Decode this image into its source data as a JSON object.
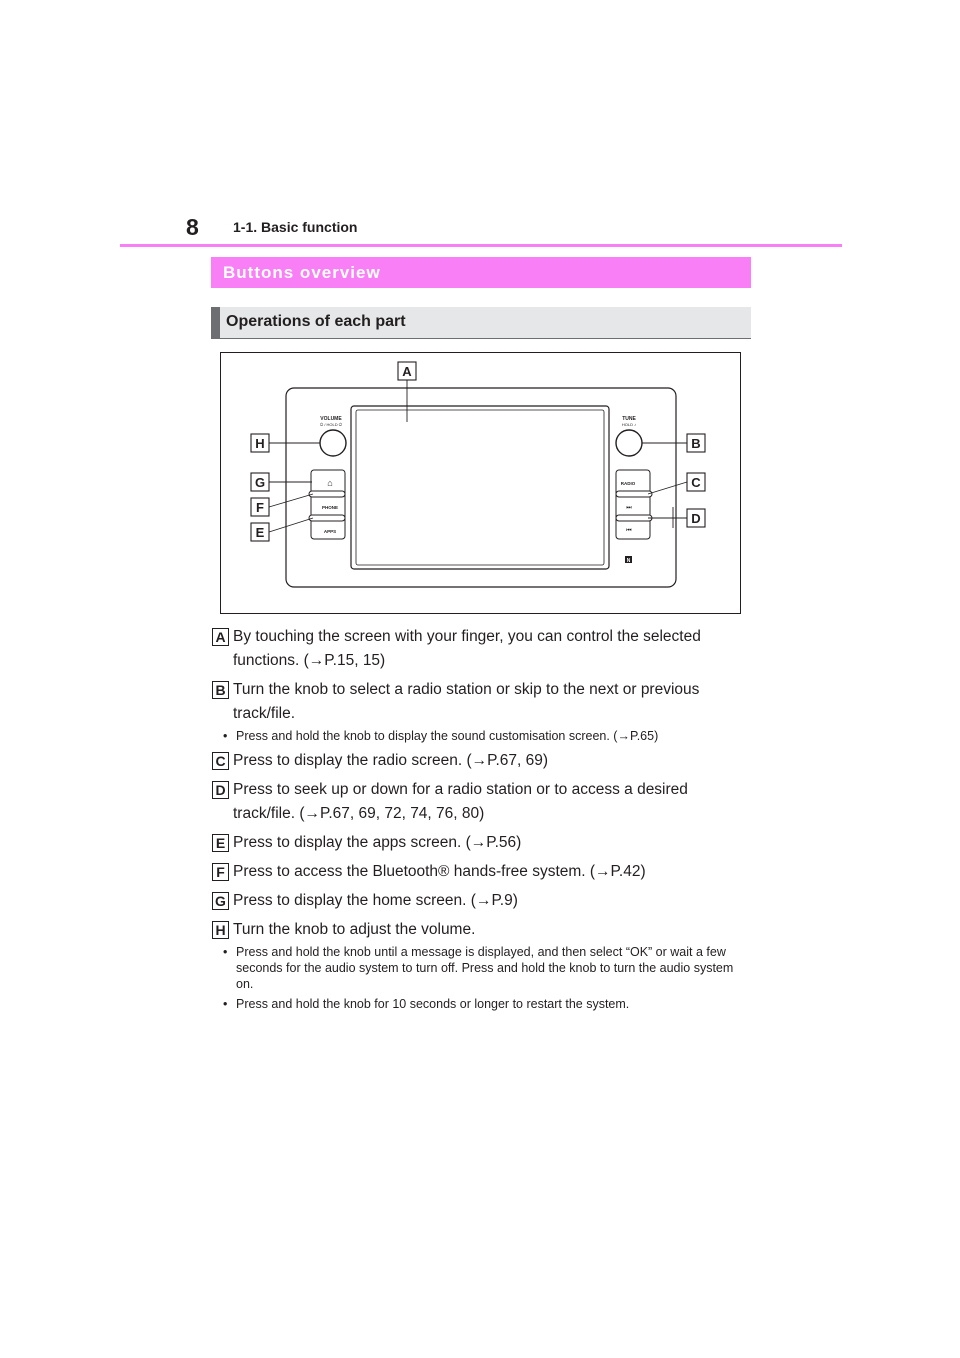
{
  "header": {
    "page_number": "8",
    "section": "1-1. Basic function"
  },
  "banner_title": "Buttons overview",
  "subheading": "Operations of each part",
  "figure": {
    "labels": {
      "A": "A",
      "B": "B",
      "C": "C",
      "D": "D",
      "E": "E",
      "F": "F",
      "G": "G",
      "H": "H"
    },
    "panel_text": {
      "volume": "VOLUME",
      "volume_sub": "⏻ / HOLD ⏻",
      "tune": "TUNE",
      "tune_sub": "HOLD ♪",
      "home": "⌂",
      "phone": "PHONE",
      "apps": "APPS",
      "radio": "RADIO",
      "seek_up": "⏭",
      "seek_down": "⏮",
      "nfc": "N"
    }
  },
  "items": [
    {
      "badge": "A",
      "text": "By touching the screen with your finger, you can control the selected functions. (→P.15, 15)"
    },
    {
      "badge": "B",
      "text": "Turn the knob to select a radio station or skip to the next or previous track/file.",
      "notes": [
        "Press and hold the knob to display the sound customisation screen. (→P.65)"
      ]
    },
    {
      "badge": "C",
      "text": "Press to display the radio screen. (→P.67, 69)"
    },
    {
      "badge": "D",
      "text": "Press to seek up or down for a radio station or to access a desired track/file. (→P.67, 69, 72, 74, 76, 80)"
    },
    {
      "badge": "E",
      "text": "Press to display the apps screen. (→P.56)"
    },
    {
      "badge": "F",
      "text": "Press to access the Bluetooth® hands-free system. (→P.42)"
    },
    {
      "badge": "G",
      "text": "Press to display the home screen. (→P.9)"
    },
    {
      "badge": "H",
      "text": "Turn the knob to adjust the volume.",
      "notes": [
        "Press and hold the knob until a message is displayed, and then select “OK” or wait a few seconds for the audio system to turn off. Press and hold the knob to turn the audio system on.",
        "Press and hold the knob for 10 seconds or longer to restart the system."
      ]
    }
  ],
  "colors": {
    "accent": "#f97ff7",
    "subheading_bg": "#e6e7e8",
    "subheading_bar": "#6d6e71",
    "text": "#231f20"
  }
}
